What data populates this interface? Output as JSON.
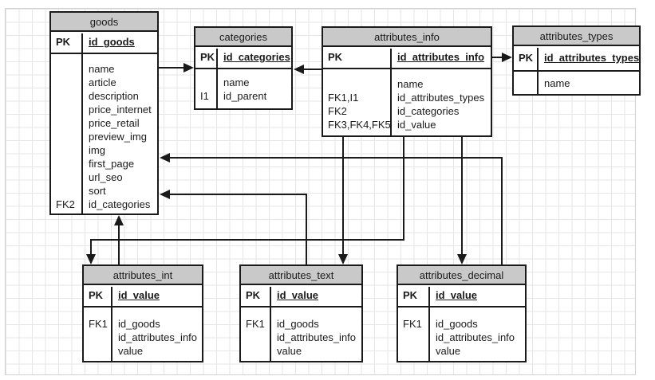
{
  "diagram_type": "database-er-diagram",
  "colors": {
    "table_header_fill": "#c9c9c9",
    "table_border": "#1a1a1a",
    "grid_line": "#e6e6e6",
    "background": "#ffffff"
  },
  "tables": {
    "goods": {
      "title": "goods",
      "pk": {
        "label": "PK",
        "field": "id_goods"
      },
      "rows": [
        {
          "key": "",
          "field": "name"
        },
        {
          "key": "",
          "field": "article"
        },
        {
          "key": "",
          "field": "description"
        },
        {
          "key": "",
          "field": "price_internet"
        },
        {
          "key": "",
          "field": "price_retail"
        },
        {
          "key": "",
          "field": "preview_img"
        },
        {
          "key": "",
          "field": "img"
        },
        {
          "key": "",
          "field": "first_page"
        },
        {
          "key": "",
          "field": "url_seo"
        },
        {
          "key": "",
          "field": "sort"
        },
        {
          "key": "FK2",
          "field": "id_categories"
        }
      ]
    },
    "categories": {
      "title": "categories",
      "pk": {
        "label": "PK",
        "field": "id_categories"
      },
      "rows": [
        {
          "key": "",
          "field": "name"
        },
        {
          "key": "I1",
          "field": "id_parent"
        }
      ]
    },
    "attributes_info": {
      "title": "attributes_info",
      "pk": {
        "label": "PK",
        "field": "id_attributes_info"
      },
      "rows": [
        {
          "key": "",
          "field": "name"
        },
        {
          "key": "FK1,I1",
          "field": "id_attributes_types"
        },
        {
          "key": "FK2",
          "field": "id_categories"
        },
        {
          "key": "FK3,FK4,FK5",
          "field": "id_value"
        }
      ]
    },
    "attributes_types": {
      "title": "attributes_types",
      "pk": {
        "label": "PK",
        "field": "id_attributes_types"
      },
      "rows": [
        {
          "key": "",
          "field": "name"
        }
      ]
    },
    "attributes_int": {
      "title": "attributes_int",
      "pk": {
        "label": "PK",
        "field": "id_value"
      },
      "rows": [
        {
          "key": "FK1",
          "field": "id_goods"
        },
        {
          "key": "",
          "field": "id_attributes_info"
        },
        {
          "key": "",
          "field": "value"
        }
      ]
    },
    "attributes_text": {
      "title": "attributes_text",
      "pk": {
        "label": "PK",
        "field": "id_value"
      },
      "rows": [
        {
          "key": "FK1",
          "field": "id_goods"
        },
        {
          "key": "",
          "field": "id_attributes_info"
        },
        {
          "key": "",
          "field": "value"
        }
      ]
    },
    "attributes_decimal": {
      "title": "attributes_decimal",
      "pk": {
        "label": "PK",
        "field": "id_value"
      },
      "rows": [
        {
          "key": "FK1",
          "field": "id_goods"
        },
        {
          "key": "",
          "field": "id_attributes_info"
        },
        {
          "key": "",
          "field": "value"
        }
      ]
    }
  },
  "relationships": [
    {
      "from": "goods",
      "to": "categories"
    },
    {
      "from": "attributes_info",
      "to": "categories"
    },
    {
      "from": "attributes_info",
      "to": "attributes_types"
    },
    {
      "from": "attributes_int",
      "to": "goods"
    },
    {
      "from": "attributes_text",
      "to": "goods"
    },
    {
      "from": "attributes_decimal",
      "to": "goods"
    },
    {
      "from": "attributes_info",
      "to": "attributes_int"
    },
    {
      "from": "attributes_info",
      "to": "attributes_text"
    },
    {
      "from": "attributes_info",
      "to": "attributes_decimal"
    }
  ]
}
